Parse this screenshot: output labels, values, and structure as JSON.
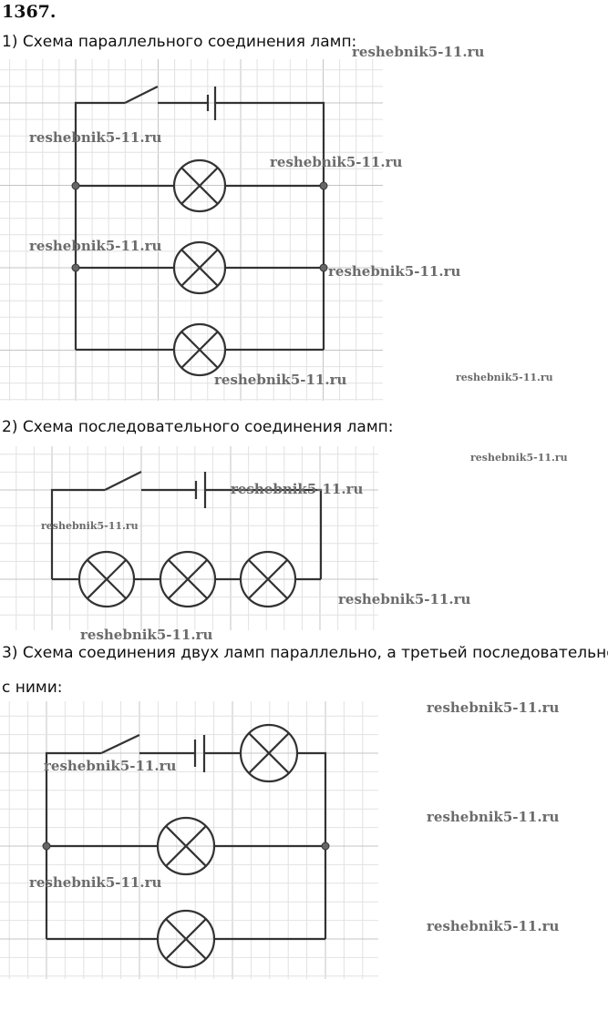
{
  "problem_number": "1367.",
  "sections": [
    {
      "label": "1) Схема параллельного соединения ламп:"
    },
    {
      "label": "2) Схема последовательного соединения ламп:"
    },
    {
      "label": "3) Схема соединения двух ламп параллельно, а третьей последовательно",
      "label_cont": "с ними:"
    }
  ],
  "watermark": "reshebnik5-11.ru"
}
